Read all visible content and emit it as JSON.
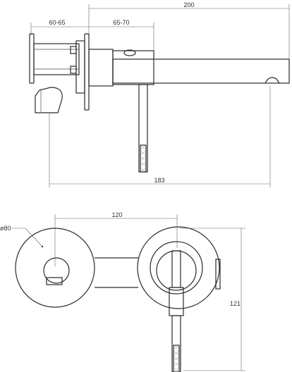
{
  "top_view": {
    "dim_total_width": "200",
    "dim_body_depth": "60-65",
    "dim_plate_to_spout": "65-70",
    "dim_spout_length": "183"
  },
  "front_view": {
    "dim_center_distance": "120",
    "dim_plate_diameter": "ø80",
    "dim_height": "121"
  }
}
